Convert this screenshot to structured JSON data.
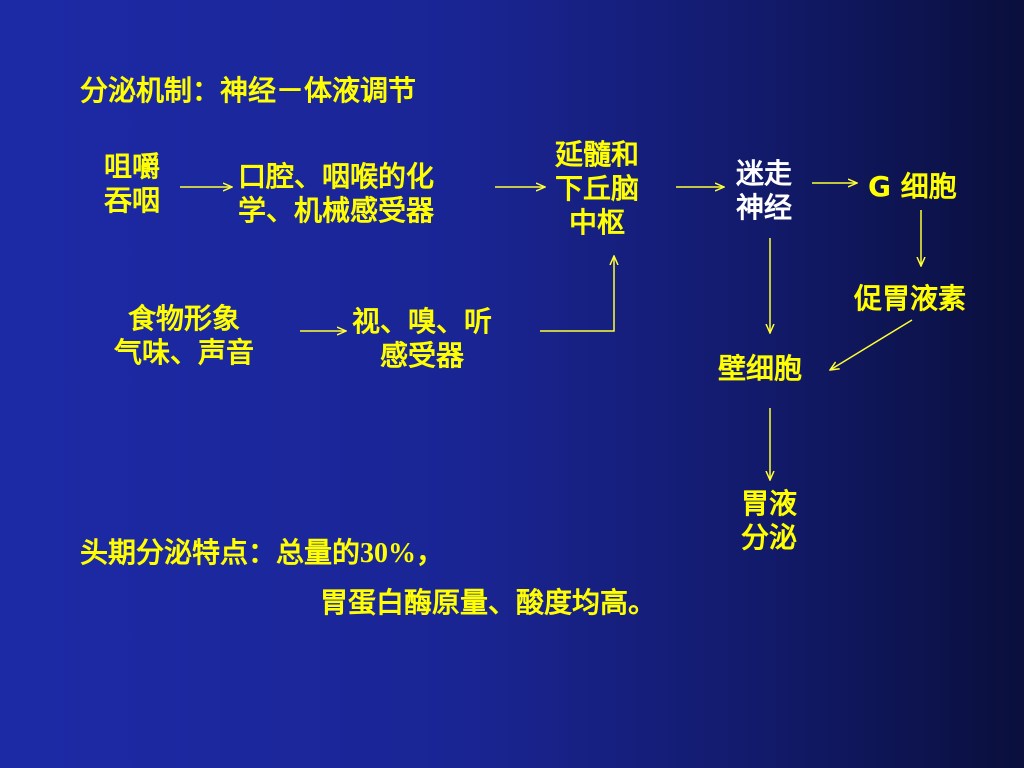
{
  "title": "分泌机制：神经－体液调节",
  "nodes": {
    "chew": [
      "咀嚼",
      "吞咽"
    ],
    "receptor1": [
      "口腔、咽喉的化",
      "学、机械感受器"
    ],
    "center": [
      "延髓和",
      "下丘脑",
      "中枢"
    ],
    "vagus": [
      "迷走",
      "神经"
    ],
    "gcell": "G 细胞",
    "food": [
      "食物形象",
      "气味、声音"
    ],
    "receptor2": [
      "视、嗅、听",
      "感受器"
    ],
    "gastrin": "促胃液素",
    "parietal": "壁细胞",
    "secretion": [
      "胃液",
      "分泌"
    ]
  },
  "summary": {
    "line1_label": "头期分泌特点：总量的",
    "line1_value": "30%，",
    "line2": "胃蛋白酶原量、酸度均高。"
  },
  "colors": {
    "text_yellow": "#ffff00",
    "text_white": "#ffffff",
    "arrow": "#ffff33"
  }
}
